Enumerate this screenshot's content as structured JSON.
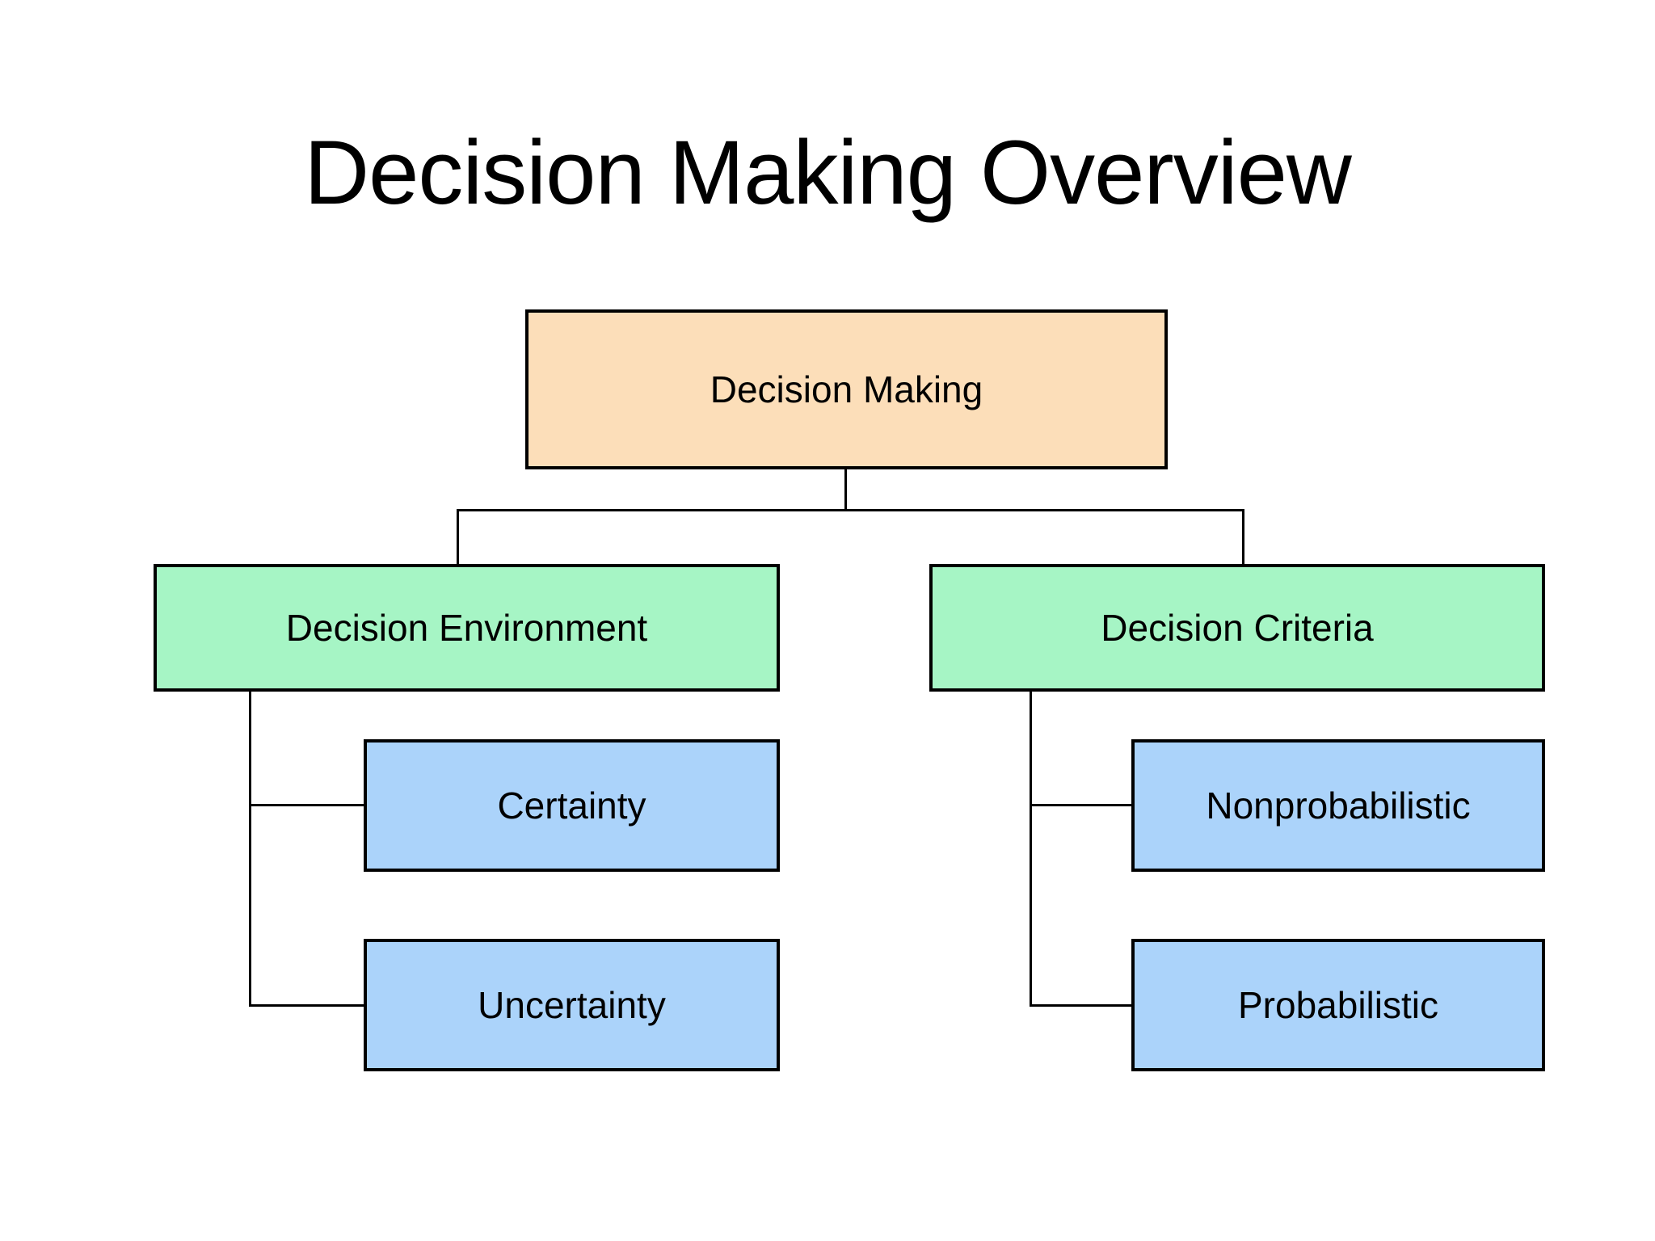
{
  "title": "Decision Making Overview",
  "diagram": {
    "background": "#FFFFFF",
    "text_color": "#000000",
    "border_color": "#000000",
    "line_color": "#000000",
    "root": {
      "label": "Decision Making",
      "fill": "#FCDEB9"
    },
    "branches": [
      {
        "label": "Decision Environment",
        "fill": "#A6F5C5",
        "children": [
          {
            "label": "Certainty",
            "fill": "#ABD3FA"
          },
          {
            "label": "Uncertainty",
            "fill": "#ABD3FA"
          }
        ]
      },
      {
        "label": "Decision Criteria",
        "fill": "#A6F5C5",
        "children": [
          {
            "label": "Nonprobabilistic",
            "fill": "#ABD3FA"
          },
          {
            "label": "Probabilistic",
            "fill": "#ABD3FA"
          }
        ]
      }
    ]
  }
}
